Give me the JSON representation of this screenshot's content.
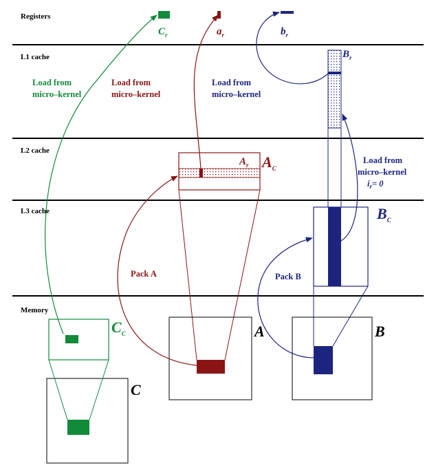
{
  "colors": {
    "green": "#118a3a",
    "red": "#8b1414",
    "blue": "#1c2480",
    "black": "#000000"
  },
  "levels": {
    "registers": "Registers",
    "l1": "L1 cache",
    "l2": "L2 cache",
    "l3": "L3 cache",
    "memory": "Memory"
  },
  "registers": {
    "c_main": "C",
    "c_sub": "r",
    "a_main": "a",
    "a_sub": "r",
    "b_main": "b",
    "b_sub": "r"
  },
  "annotations": {
    "green_load_1": "Load from",
    "green_load_2": "micro–kernel",
    "red_load_1": "Load from",
    "red_load_2": "micro–kernel",
    "blue_load_1": "Load from",
    "blue_load_2": "micro–kernel",
    "blue_right_1": "Load from",
    "blue_right_2": "micro–kernel",
    "ir_main": "i",
    "ir_sub": "r",
    "ir_rest": "= 0",
    "pack_a": "Pack A",
    "pack_b": "Pack B"
  },
  "labels": {
    "br_main": "B",
    "br_sub": "r",
    "ar_main": "A",
    "ar_sub": "r",
    "ac_main": "A",
    "ac_sub": "C",
    "bc_main": "B",
    "bc_sub": "C",
    "cc_main": "C",
    "cc_sub": "C",
    "a_matrix": "A",
    "b_matrix": "B",
    "c_matrix": "C"
  }
}
